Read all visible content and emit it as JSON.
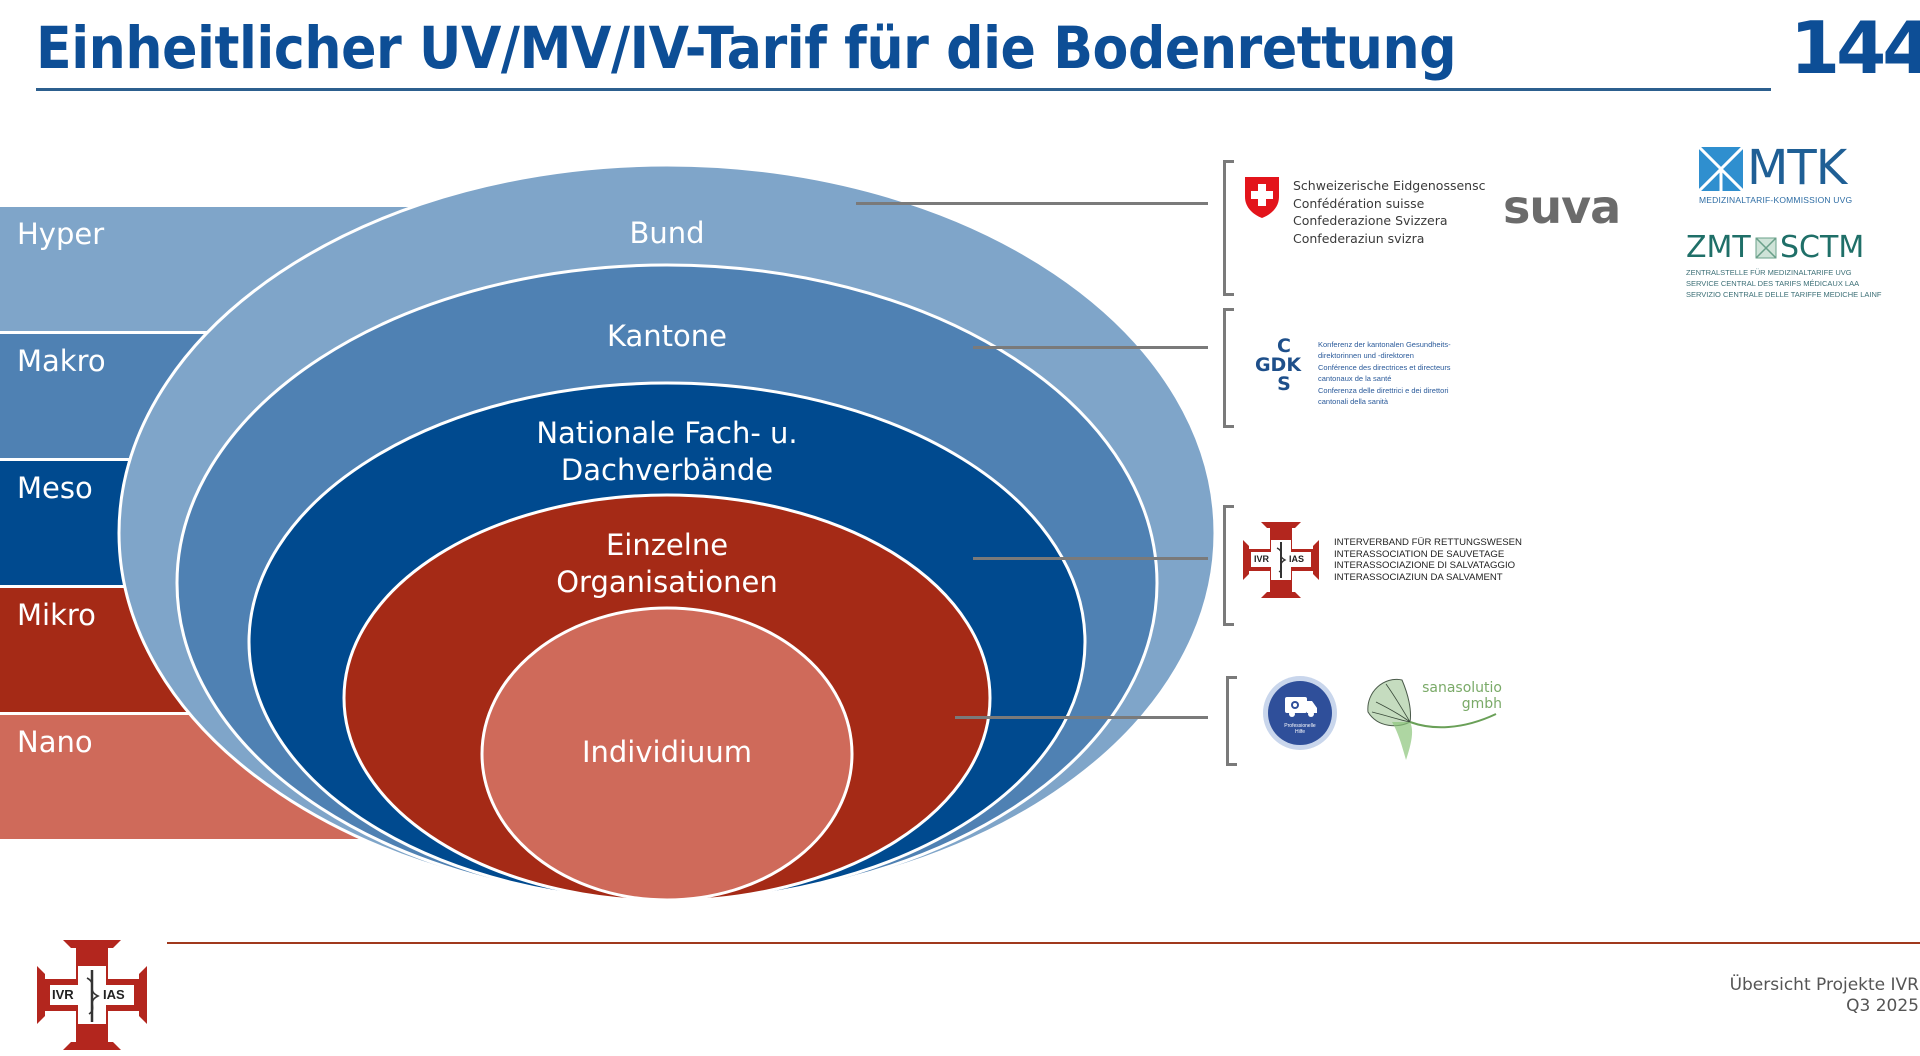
{
  "header": {
    "title": "Einheitlicher UV/MV/IV-Tarif für die Bodenrettung",
    "page_number": "144"
  },
  "levels": [
    {
      "label": "Hyper",
      "color": "#7fa5c9"
    },
    {
      "label": "Makro",
      "color": "#4f81b3"
    },
    {
      "label": "Meso",
      "color": "#004a8f"
    },
    {
      "label": "Mikro",
      "color": "#a52a16"
    },
    {
      "label": "Nano",
      "color": "#cf6a5a"
    }
  ],
  "rings": [
    {
      "label_lines": [
        "Bund"
      ],
      "color": "#7fa5c9"
    },
    {
      "label_lines": [
        "Kantone"
      ],
      "color": "#4f81b3"
    },
    {
      "label_lines": [
        "Nationale Fach- u.",
        "Dachverbände"
      ],
      "color": "#004a8f"
    },
    {
      "label_lines": [
        "Einzelne",
        "Organisationen"
      ],
      "color": "#a52a16"
    },
    {
      "label_lines": [
        "Individiuum"
      ],
      "color": "#cf6a5a"
    }
  ],
  "stakeholders": {
    "bund": {
      "swiss_confederation": {
        "icon": "swiss-shield-icon",
        "lines": [
          "Schweizerische Eidgenossensc",
          "Confédération suisse",
          "Confederazione Svizzera",
          "Confederaziun svizra"
        ]
      },
      "suva": {
        "name": "suva"
      },
      "mtk": {
        "name": "MTK",
        "subtitle": "MEDIZINALTARIF-KOMMISSION UVG"
      },
      "zmt": {
        "name_left": "ZMT",
        "name_right": "SCTM",
        "lines": [
          "ZENTRALSTELLE FÜR MEDIZINALTARIFE UVG",
          "SERVICE CENTRAL DES TARIFS MÉDICAUX LAA",
          "SERVIZIO CENTRALE DELLE TARIFFE MEDICHE LAINF"
        ]
      }
    },
    "kantone": {
      "gdk": {
        "letters": {
          "top": "C",
          "middle": "GDK",
          "bottom": "S"
        },
        "lines": [
          "Konferenz der kantonalen Gesundheits-",
          "direktorinnen und -direktoren",
          "Conférence des directrices et directeurs",
          "cantonaux de la santé",
          "Conferenza delle direttrici e dei direttori",
          "cantonali della sanità"
        ]
      }
    },
    "verbaende": {
      "ivr": {
        "badge_left": "IVR",
        "badge_right": "IAS",
        "lines": [
          "INTERVERBAND FÜR RETTUNGSWESEN",
          "INTERASSOCIATION DE SAUVETAGE",
          "INTERASSOCIAZIONE DI SALVATAGGIO",
          "INTERASSOCIAZIUN DA SALVAMENT"
        ]
      }
    },
    "organisationen": {
      "professionelle_hilfe": {
        "lines": [
          "Professionelle",
          "Hilfe"
        ]
      },
      "sanasolutio": {
        "lines": [
          "sanasolutio",
          "gmbh"
        ]
      }
    }
  },
  "footer": {
    "logo_left": "IVR",
    "logo_right": "IAS",
    "line1": "Übersicht Projekte IVR",
    "line2": "Q3 2025"
  },
  "colors": {
    "title": "#0d4e96",
    "footer_rule": "#a0391d",
    "ivr_red": "#b3261e"
  }
}
